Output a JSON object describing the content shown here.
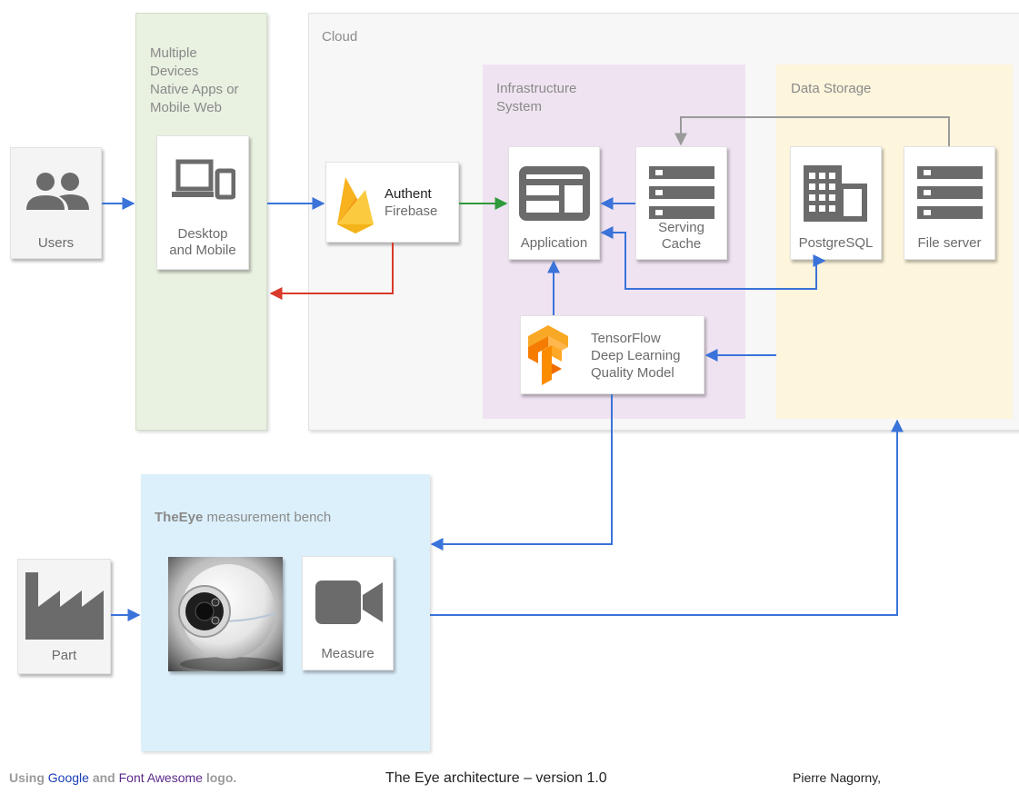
{
  "zones": {
    "cloud": "Cloud",
    "devices": "Multiple\nDevices\nNative Apps or\nMobile Web",
    "infrastructure": "Infrastructure\nSystem",
    "storage": "Data Storage",
    "bench_bold": "TheEye",
    "bench_rest": " measurement bench"
  },
  "nodes": {
    "users": "Users",
    "desktop": "Desktop\nand Mobile",
    "auth_title": "Authent",
    "auth_sub": "Firebase",
    "application": "Application",
    "cache": "Serving\nCache",
    "postgres": "PostgreSQL",
    "fileserver": "File server",
    "tensorflow": "TensorFlow\nDeep Learning\nQuality Model",
    "part": "Part",
    "measure": "Measure"
  },
  "footer": {
    "credit_prefix": "Using ",
    "credit_google": "Google",
    "credit_and": " and ",
    "credit_fa": "Font Awesome",
    "credit_suffix": " logo.",
    "title": "The Eye architecture – version 1.0",
    "author": "Pierre Nagorny,"
  },
  "icons": [
    "users-icon",
    "devices-icon",
    "firebase-icon",
    "window-icon",
    "server-icon",
    "building-icon",
    "tensorflow-icon",
    "factory-icon",
    "video-camera-icon",
    "eye-device-image"
  ],
  "colors": {
    "flow": "#3a73d9",
    "auth_ok": "#2e9a3c",
    "auth_return": "#d93a2b",
    "sync": "#9a9a9a",
    "devices_zone": "#e9f1e1",
    "cloud_zone": "#f7f7f7",
    "infra_zone": "#efe3f1",
    "storage_zone": "#fdf5dc",
    "bench_zone": "#dcf0fb"
  }
}
